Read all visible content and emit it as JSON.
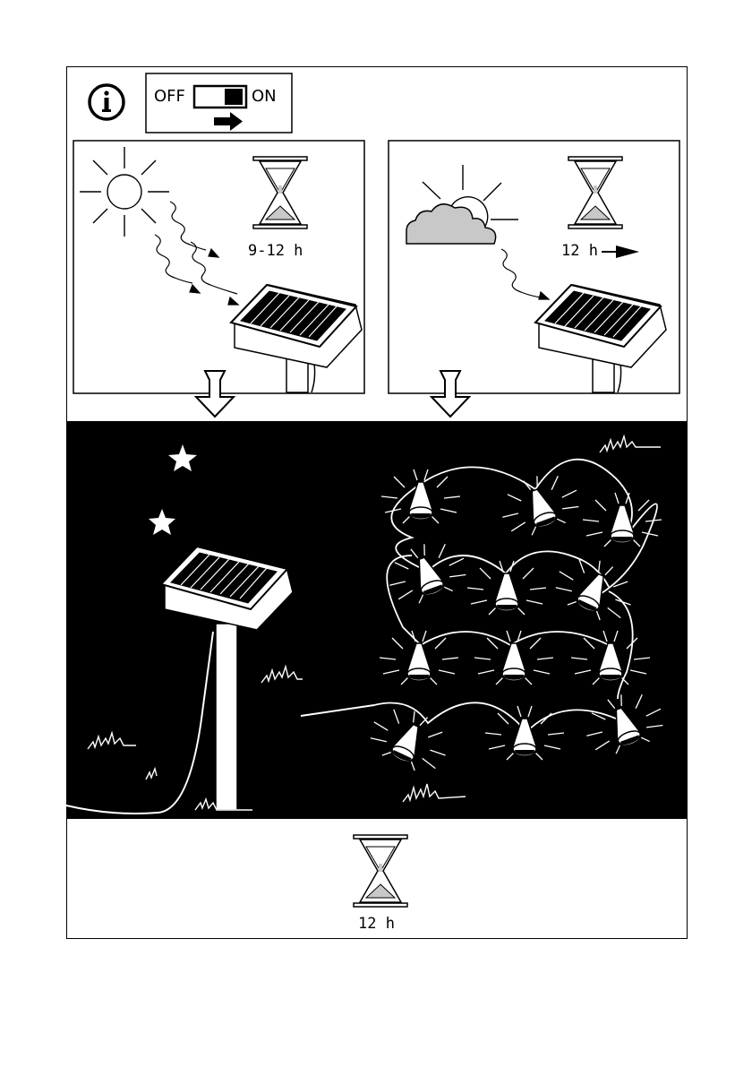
{
  "switch": {
    "off_label": "OFF",
    "on_label": "ON"
  },
  "panel_sunny": {
    "duration_label": "9-12 h"
  },
  "panel_cloudy": {
    "duration_label": "12 h"
  },
  "bottom": {
    "duration_label": "12 h"
  },
  "colors": {
    "ink": "#000000",
    "night_bg": "#000000",
    "cloud_fill": "#c8c8c8",
    "sand_fill": "#c8c8c8"
  },
  "icons": [
    "info-icon",
    "arrow-right-icon",
    "sun-icon",
    "cloud-sun-icon",
    "hourglass-icon",
    "solar-panel-icon",
    "arrow-down-icon",
    "moon-icon",
    "star-icon",
    "light-bulb-icon",
    "grass-icon"
  ]
}
